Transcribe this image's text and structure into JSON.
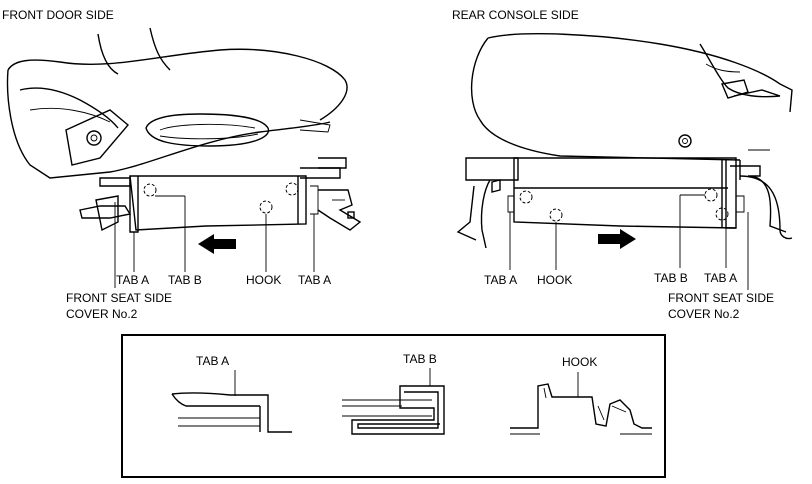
{
  "figure": {
    "left_panel": {
      "heading": "FRONT DOOR SIDE",
      "labels": {
        "tab_a_1": "TAB A",
        "tab_b": "TAB B",
        "hook": "HOOK",
        "tab_a_2": "TAB A",
        "cover_line1": "FRONT SEAT SIDE",
        "cover_line2": "COVER No.2"
      }
    },
    "right_panel": {
      "heading": "REAR CONSOLE SIDE",
      "labels": {
        "tab_a_1": "TAB A",
        "hook": "HOOK",
        "tab_b": "TAB B",
        "tab_a_2": "TAB A",
        "cover_line1": "FRONT SEAT SIDE",
        "cover_line2": "COVER No.2"
      }
    },
    "detail_box": {
      "tab_a": "TAB A",
      "tab_b": "TAB B",
      "hook": "HOOK"
    }
  }
}
